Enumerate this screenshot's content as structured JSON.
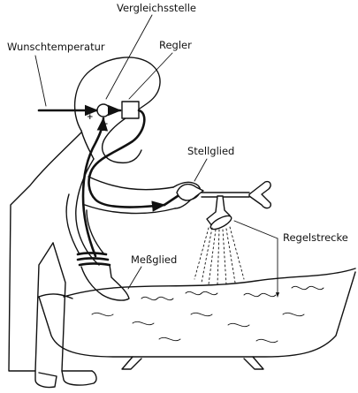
{
  "labels": {
    "desired_temperature": "Wunschtemperatur",
    "comparison_point": "Vergleichsstelle",
    "controller": "Regler",
    "actuator": "Stellglied",
    "controlled_system": "Regelstrecke",
    "sensor": "Meßglied"
  },
  "signs": {
    "plus": "+",
    "minus": "−"
  },
  "colors": {
    "ink": "#111111",
    "paper": "#ffffff"
  }
}
